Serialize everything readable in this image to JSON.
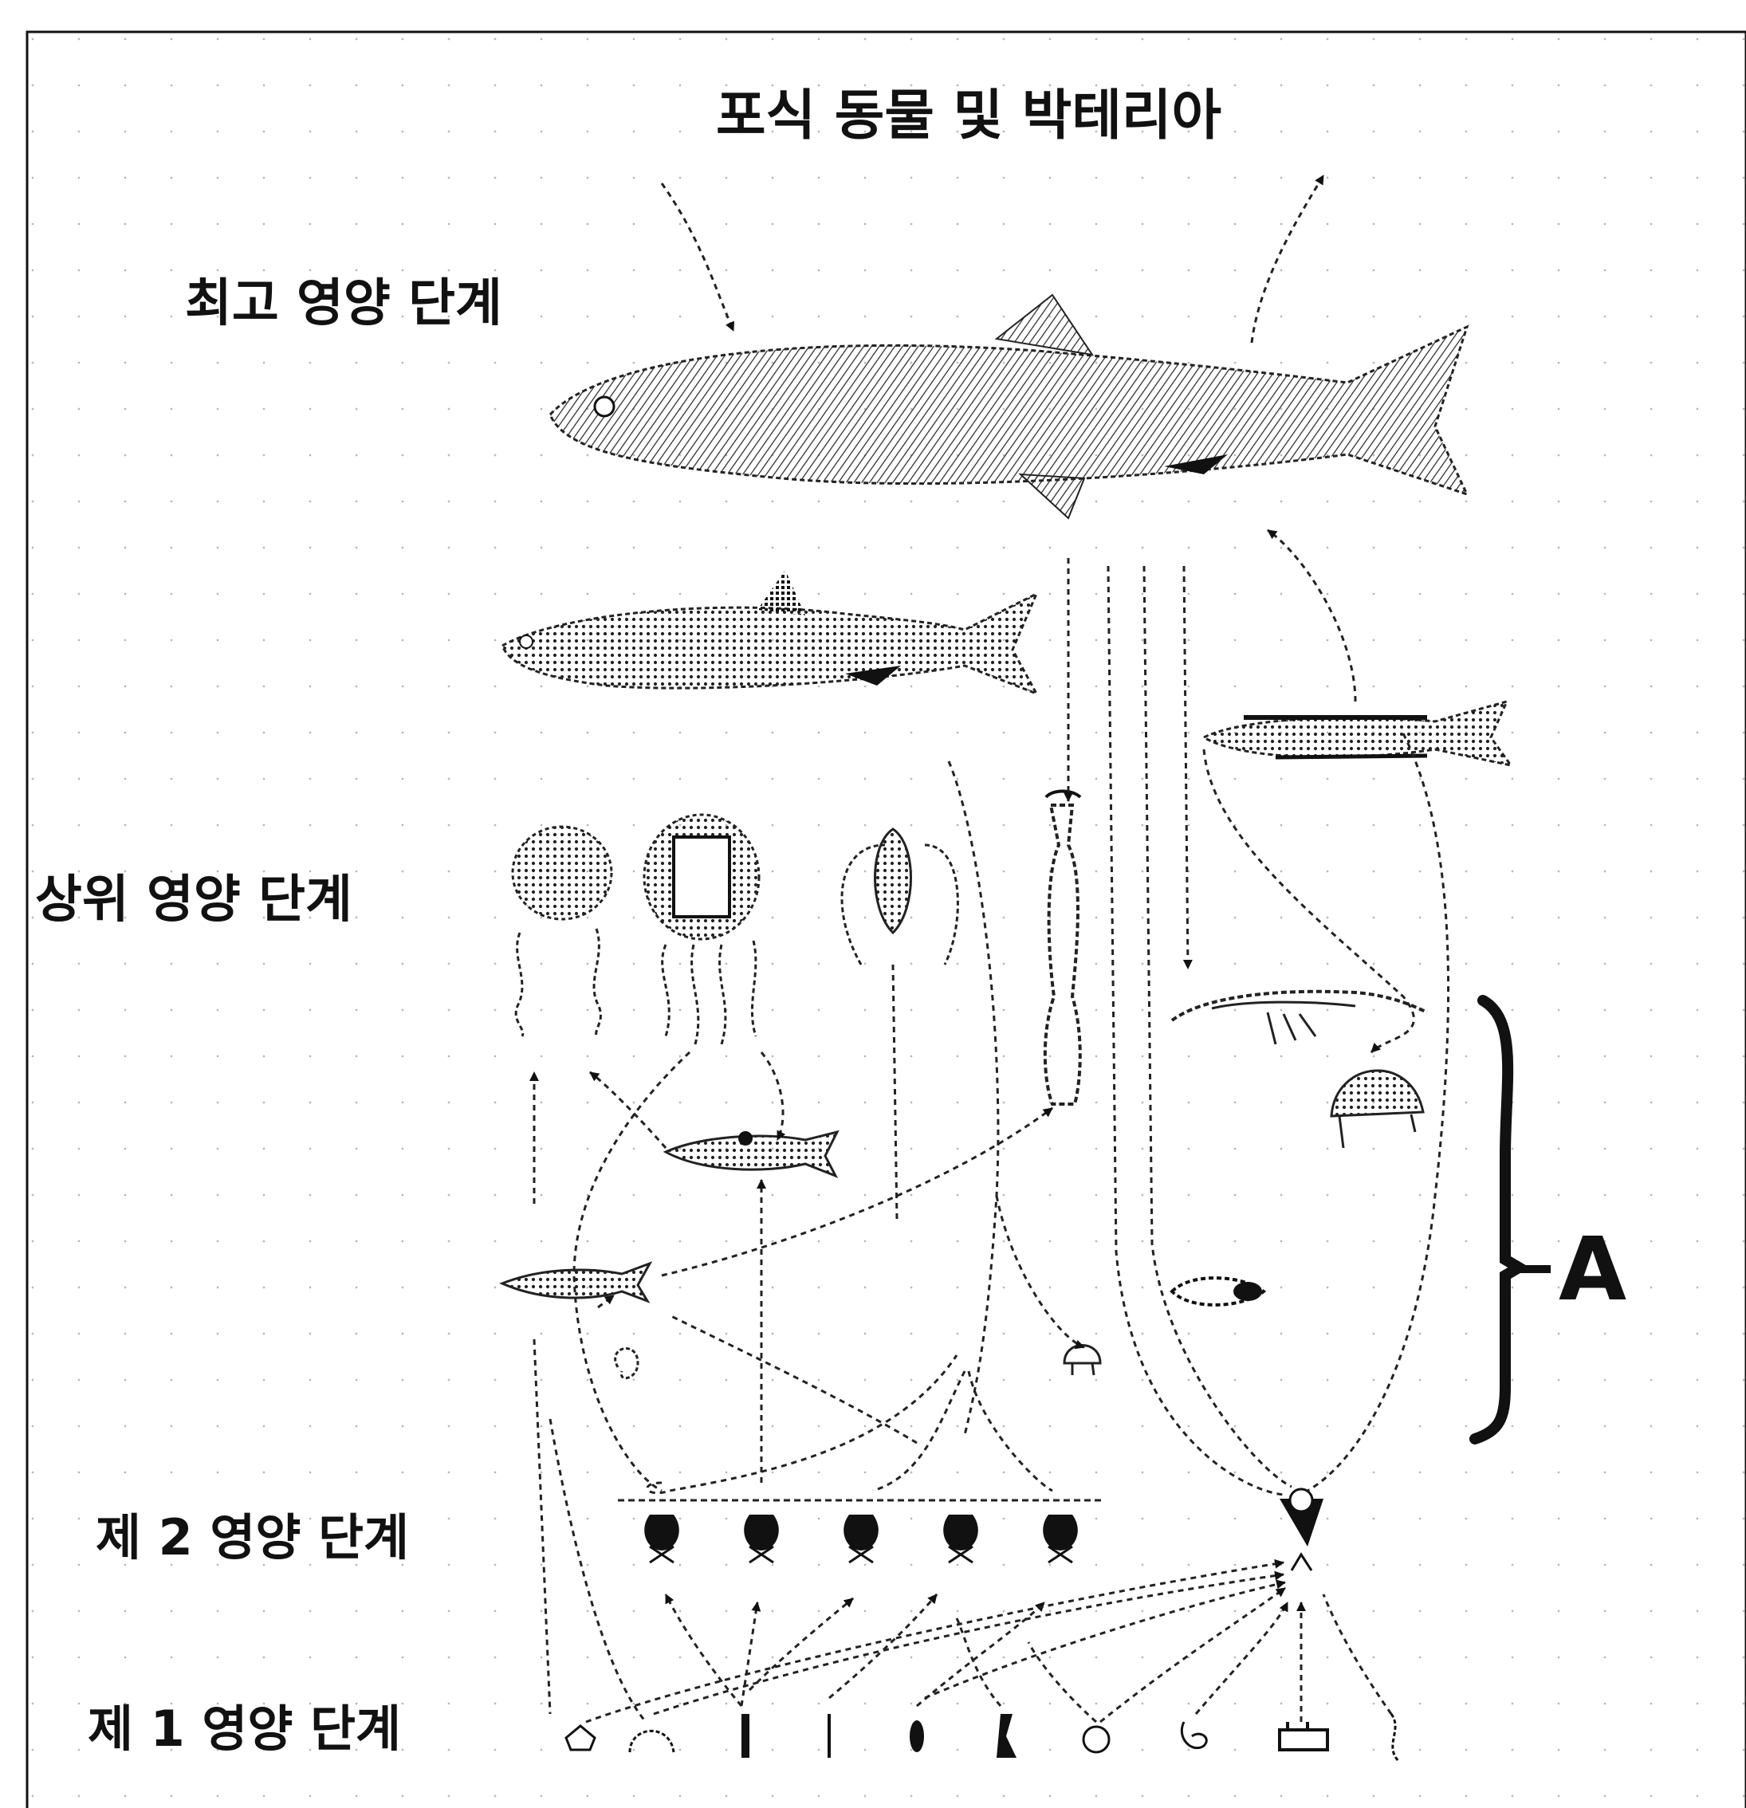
{
  "diagram": {
    "labels": {
      "predators": "포식 동물 및 박테리아",
      "top_level": "최고 영양 단계",
      "upper_level": "상위 영양 단계",
      "second_level": "제 2 영양 단계",
      "first_level": "제 1 영양 단계",
      "bracket": "A"
    }
  }
}
